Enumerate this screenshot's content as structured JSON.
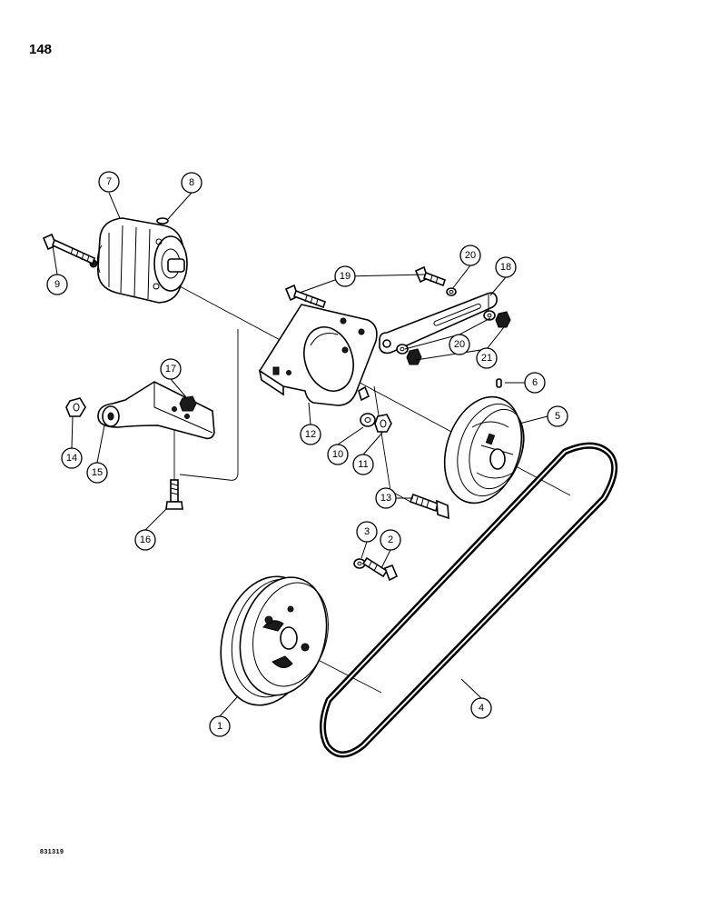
{
  "page": {
    "number": "148",
    "figure_code": "831319"
  },
  "callouts": [
    {
      "id": "1",
      "label": "1"
    },
    {
      "id": "2",
      "label": "2"
    },
    {
      "id": "3",
      "label": "3"
    },
    {
      "id": "4",
      "label": "4"
    },
    {
      "id": "5",
      "label": "5"
    },
    {
      "id": "6",
      "label": "6"
    },
    {
      "id": "7",
      "label": "7"
    },
    {
      "id": "8",
      "label": "8"
    },
    {
      "id": "9",
      "label": "9"
    },
    {
      "id": "10",
      "label": "10"
    },
    {
      "id": "11",
      "label": "11"
    },
    {
      "id": "12",
      "label": "12"
    },
    {
      "id": "13",
      "label": "13"
    },
    {
      "id": "14",
      "label": "14"
    },
    {
      "id": "15",
      "label": "15"
    },
    {
      "id": "16",
      "label": "16"
    },
    {
      "id": "17",
      "label": "17"
    },
    {
      "id": "18",
      "label": "18"
    },
    {
      "id": "19",
      "label": "19"
    },
    {
      "id": "20a",
      "label": "20"
    },
    {
      "id": "20b",
      "label": "20"
    },
    {
      "id": "21",
      "label": "21"
    }
  ]
}
